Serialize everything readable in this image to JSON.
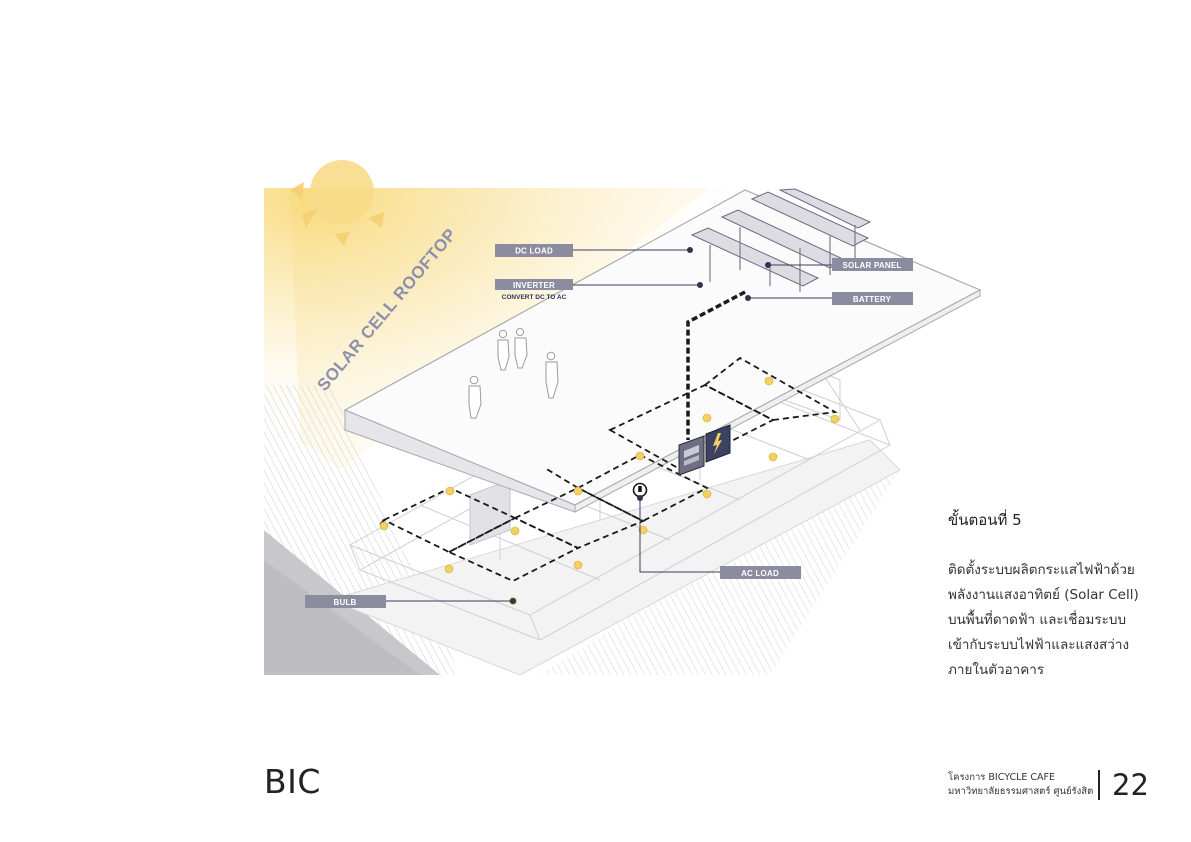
{
  "diagram": {
    "roof_text": "SOLAR CELL ROOFTOP",
    "labels": {
      "dc_load": "DC LOAD",
      "inverter": "INVERTER",
      "inverter_sub": "CONVERT DC TO AC",
      "solar_panel": "SOLAR PANEL",
      "battery": "BATTERY",
      "ac_load": "AC LOAD",
      "bulb": "BULB"
    },
    "colors": {
      "label_bg": "#8c8ca0",
      "leader": "#3a3f5c",
      "dot": "#2f3350",
      "bulb": "#f2d061",
      "sun": "#f7dc8a",
      "roof_text": "#8d8fae"
    }
  },
  "text_panel": {
    "title": "ขั้นตอนที่ 5",
    "desc_lines": [
      "ติดตั้งระบบผลิตกระแสไฟฟ้าด้วย",
      "พลังงานแสงอาทิตย์ (Solar Cell)",
      "บนพื้นที่ดาดฟ้า และเชื่อมระบบ",
      "เข้ากับระบบไฟฟ้าและแสงสว่าง",
      "ภายในตัวอาคาร"
    ]
  },
  "footer": {
    "brand": "BIC",
    "project_line1": "โครงการ BICYCLE CAFE",
    "project_line2": "มหาวิทยาลัยธรรมศาสตร์ ศูนย์รังสิต",
    "page_number": "22"
  }
}
